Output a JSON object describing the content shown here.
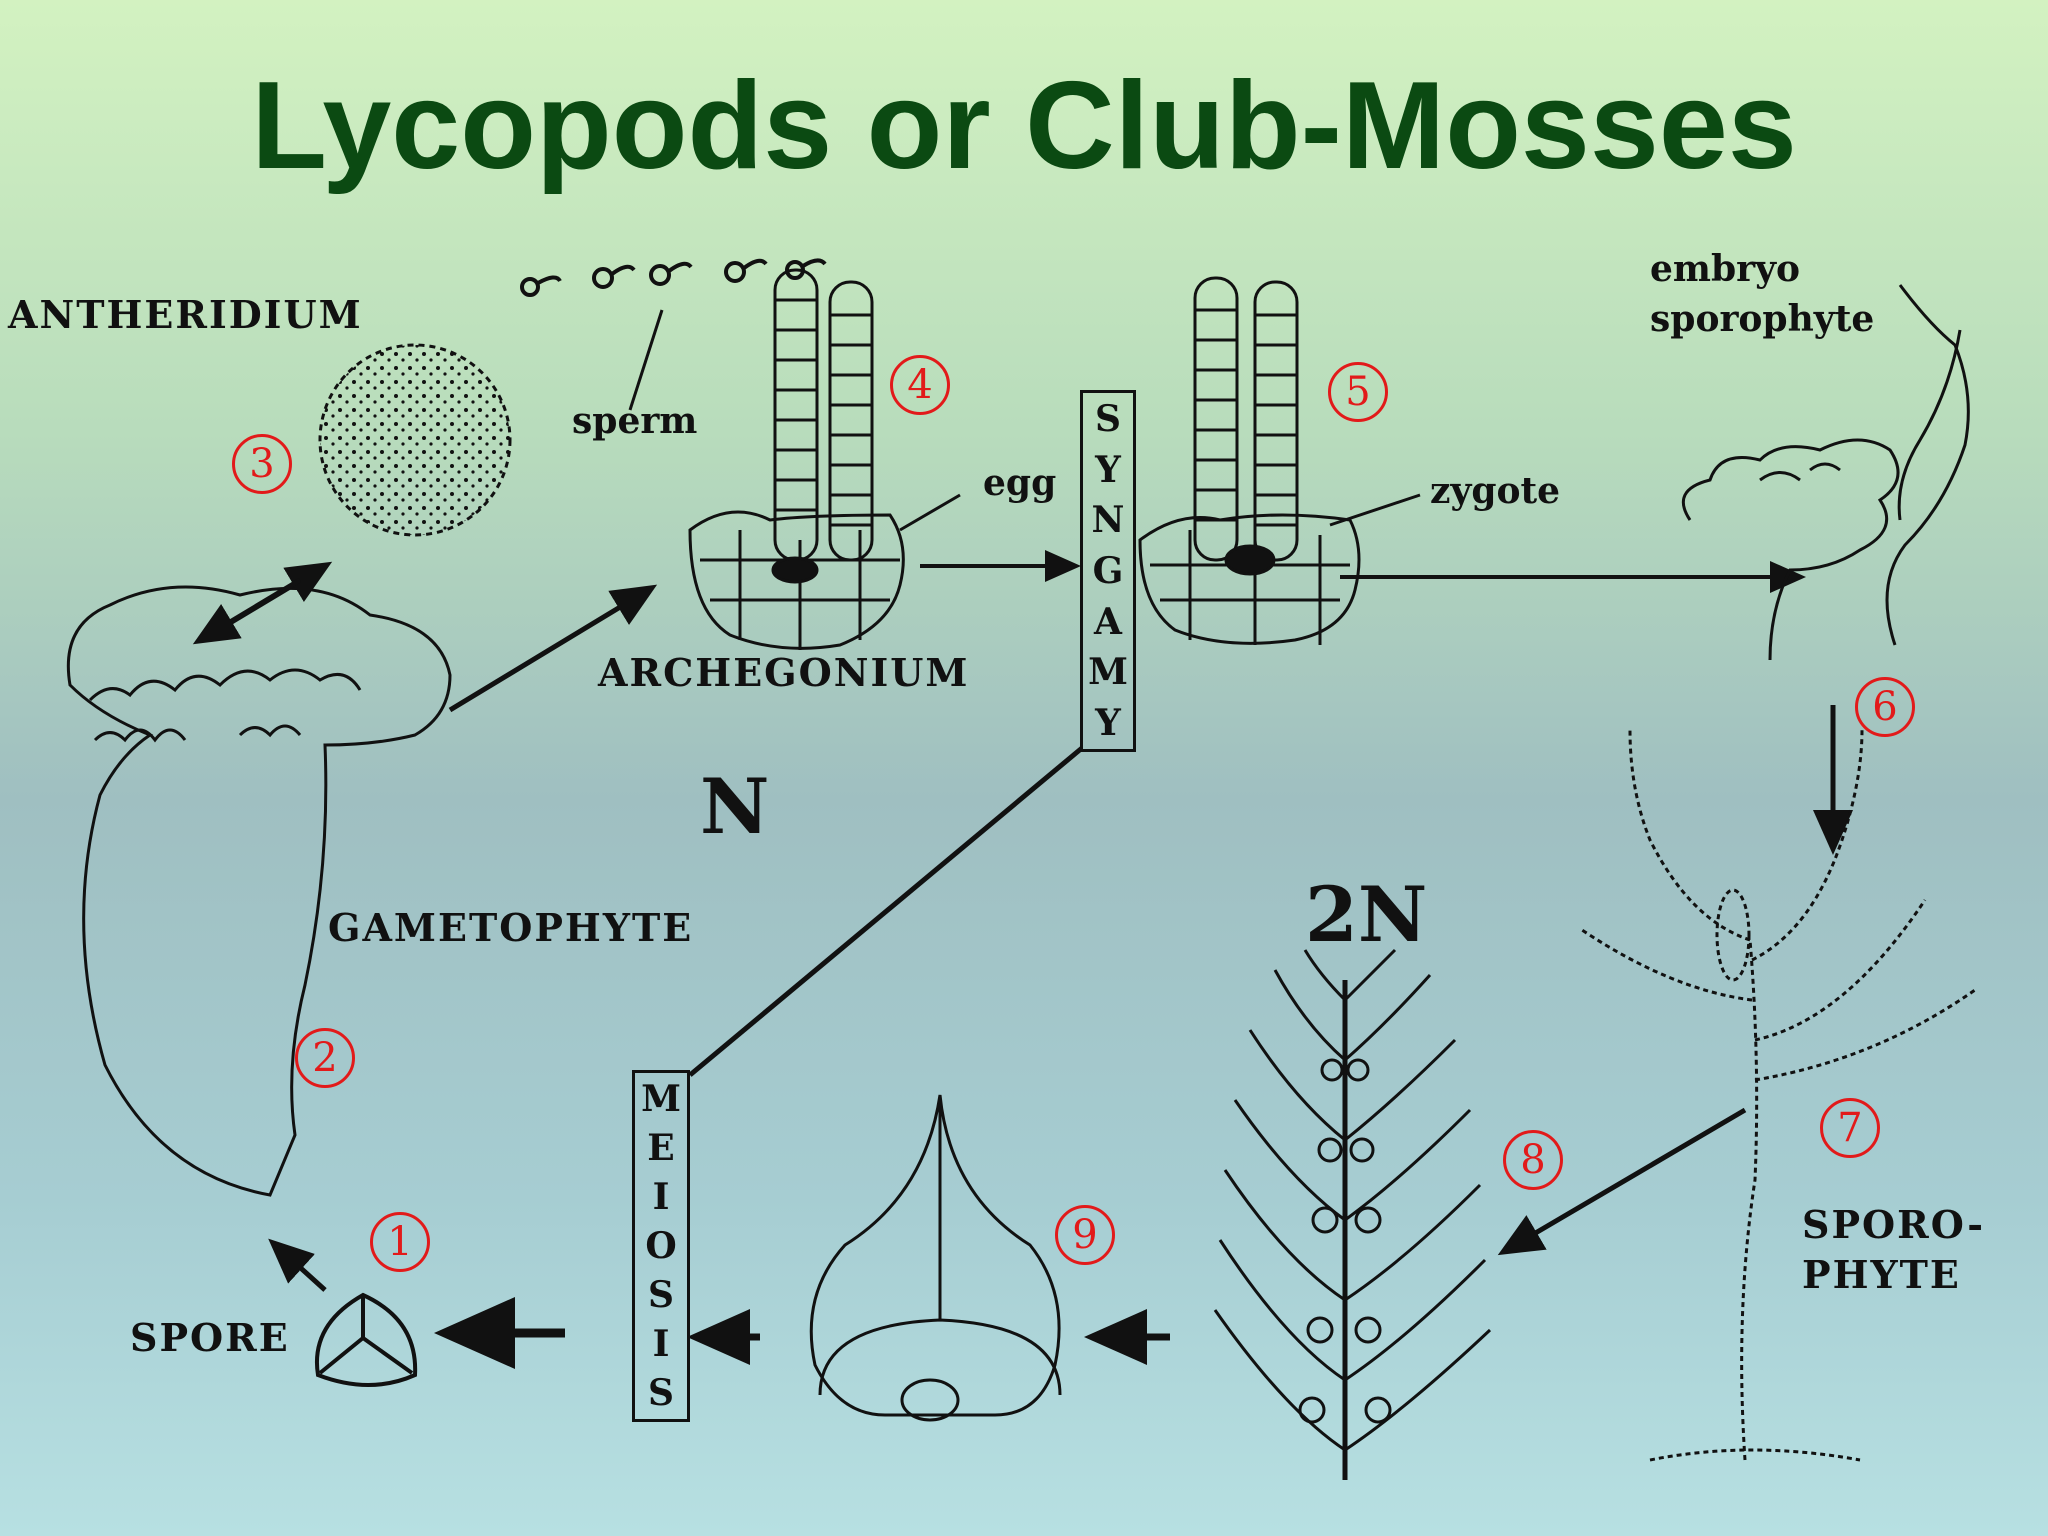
{
  "title": "Lycopods or Club-Mosses",
  "labels": {
    "antheridium": "ANTHERIDIUM",
    "sperm": "sperm",
    "egg": "egg",
    "archegonium": "ARCHEGONIUM",
    "zygote": "zygote",
    "embryo_sporophyte_line1": "embryo",
    "embryo_sporophyte_line2": "sporophyte",
    "gametophyte": "GAMETOPHYTE",
    "spore": "SPORE",
    "sporophyte_line1": "SPORO-",
    "sporophyte_line2": "PHYTE",
    "haploid": "N",
    "diploid": "2N"
  },
  "syngamy_letters": [
    "S",
    "Y",
    "N",
    "G",
    "A",
    "M",
    "Y"
  ],
  "meiosis_letters": [
    "M",
    "E",
    "I",
    "O",
    "S",
    "I",
    "S"
  ],
  "steps": [
    "1",
    "2",
    "3",
    "4",
    "5",
    "6",
    "7",
    "8",
    "9"
  ],
  "colors": {
    "title": "#0b4a12",
    "step_number": "#e21a1a",
    "ink": "#111111"
  }
}
